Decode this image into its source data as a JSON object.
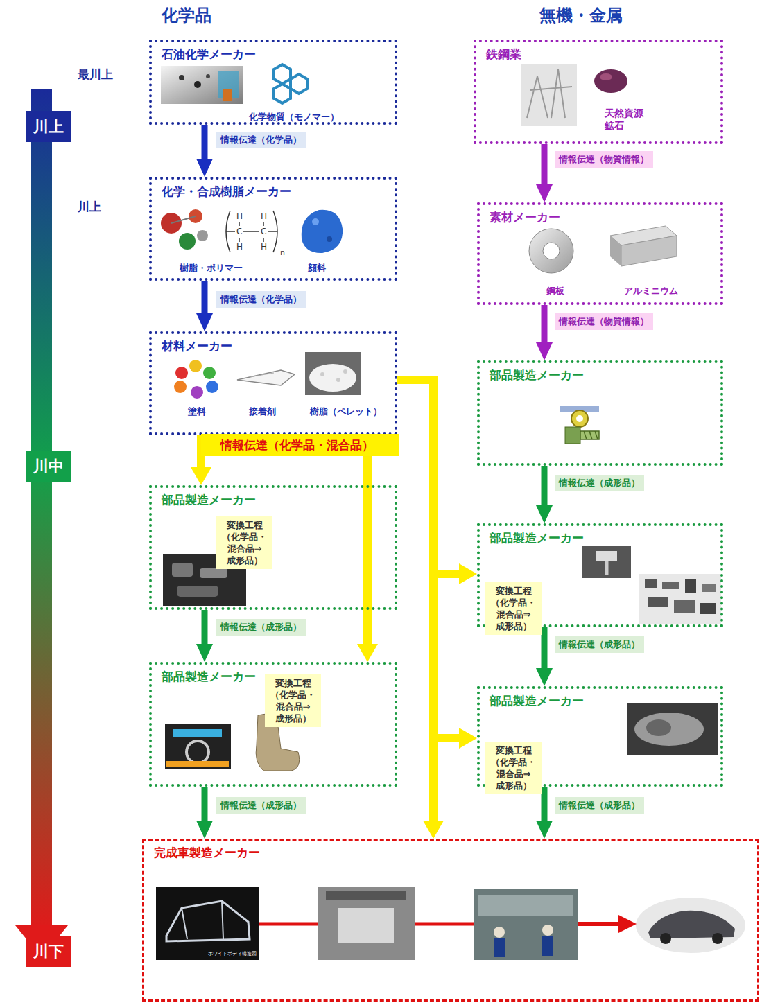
{
  "diagram": {
    "nodes": [
      {
        "text": [
          "石油化学メーカー",
          "化学物質（モノマー）"
        ]
      },
      {
        "text": [
          "鉄鋼業",
          "天然資源 鉱石"
        ]
      },
      {
        "text": [
          "川上"
        ]
      },
      {
        "text": [
          "化学・合成樹脂メーカー",
          "樹脂・ポリマー",
          "顔料"
        ]
      },
      {
        "text": [
          "素材メーカー",
          "鋼板",
          "アルミニウム"
        ]
      },
      {
        "text": [
          "材料メーカー",
          "塗料",
          "接着剤",
          "樹脂（ペレット）"
        ]
      },
      {
        "text": [
          "部品製造メーカー"
        ]
      },
      {
        "text": [
          "川中"
        ]
      },
      {
        "text": [
          "部品製造メーカー"
        ]
      },
      {
        "text": [
          "変換工程 （化学品・混合品⇒成形品）"
        ],
        "in": 8
      },
      {
        "text": [
          "部品製造メーカー"
        ]
      },
      {
        "text": [
          "変換工程 （化学品・混合品⇒成形品）"
        ],
        "in": 10
      },
      {
        "text": [
          "部品製造メーカー"
        ]
      },
      {
        "text": [
          "変換工程 （化学品・混合品⇒成形品）"
        ],
        "in": 12
      },
      {
        "text": [
          "部品製造メーカー"
        ]
      },
      {
        "text": [
          "変換工程 （化学品・混合品⇒成形品）"
        ],
        "in": 14
      },
      {
        "text": [
          "完成車製造メーカー"
        ]
      },
      {
        "text": [
          "川下"
        ]
      }
    ],
    "edges": [
      {
        "from": 0,
        "to": 3,
        "arrow": "to",
        "label": "情報伝達（化学品）"
      },
      {
        "from": 3,
        "to": 5,
        "arrow": "to",
        "label": "情報伝達（化学品）"
      },
      {
        "from": 1,
        "to": 4,
        "arrow": "to",
        "label": "情報伝達（物質情報）"
      },
      {
        "from": 4,
        "to": 6,
        "arrow": "to",
        "label": "情報伝達（物質情報）"
      },
      {
        "from": 5,
        "to": 8,
        "arrow": "to",
        "label": "情報伝達（化学品・混合品）"
      },
      {
        "from": 5,
        "to": 12,
        "arrow": "to"
      },
      {
        "from": 5,
        "to": 10,
        "arrow": "to"
      },
      {
        "from": 5,
        "to": 14,
        "arrow": "to"
      },
      {
        "from": 5,
        "to": 16,
        "arrow": "to"
      },
      {
        "from": 6,
        "to": 10,
        "arrow": "to",
        "label": "情報伝達（成形品）"
      },
      {
        "from": 8,
        "to": 12,
        "arrow": "to",
        "label": "情報伝達（成形品）"
      },
      {
        "from": 10,
        "to": 14,
        "arrow": "to",
        "label": "情報伝達（成形品）"
      },
      {
        "from": 12,
        "to": 16,
        "arrow": "to",
        "label": "情報伝達（成形品）"
      },
      {
        "from": 14,
        "to": 16,
        "arrow": "to",
        "label": "情報伝達（成形品）"
      }
    ],
    "labels": [
      "化学品",
      "無機・金属",
      "最川上",
      "川上",
      "H",
      "H",
      "C",
      "C",
      "H",
      "H",
      "n",
      "ホワイトボディ構造図"
    ]
  }
}
